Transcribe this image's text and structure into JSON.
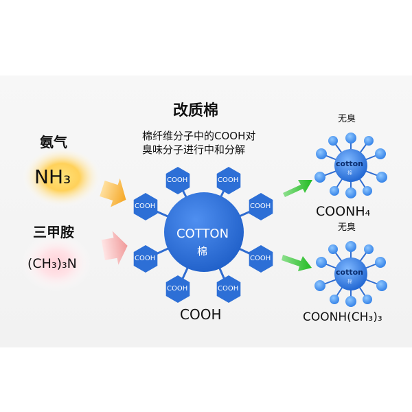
{
  "title": "改质棉",
  "subtitle_line1": "棉纤维分子中的COOH对",
  "subtitle_line2": "臭味分子进行中和分解",
  "left": {
    "ammonia_label": "氨气",
    "ammonia_formula": "NH₃",
    "tma_label": "三甲胺",
    "tma_formula": "(CH₃)₃N"
  },
  "center": {
    "core_label": "COTTON",
    "core_sub": "棉",
    "group": "COOH",
    "caption": "COOH"
  },
  "right": {
    "top_label": "无臭",
    "top_core": "cotton",
    "top_core_sub": "棉",
    "top_formula": "COONH₄",
    "bottom_label": "无臭",
    "bottom_core": "cotton",
    "bottom_core_sub": "棉",
    "bottom_formula": "COONH(CH₃)₃"
  },
  "colors": {
    "core_blue": "#2f74d8",
    "hex_blue": "#2d6fd6",
    "small_node_blue": "#3f8ff0",
    "arrow_orange": "#f7b23c",
    "arrow_pink": "#f2a7a7",
    "arrow_green": "#33cc33",
    "glow_yellow": "#fff3c0",
    "glow_pink": "#ffd6dc"
  }
}
